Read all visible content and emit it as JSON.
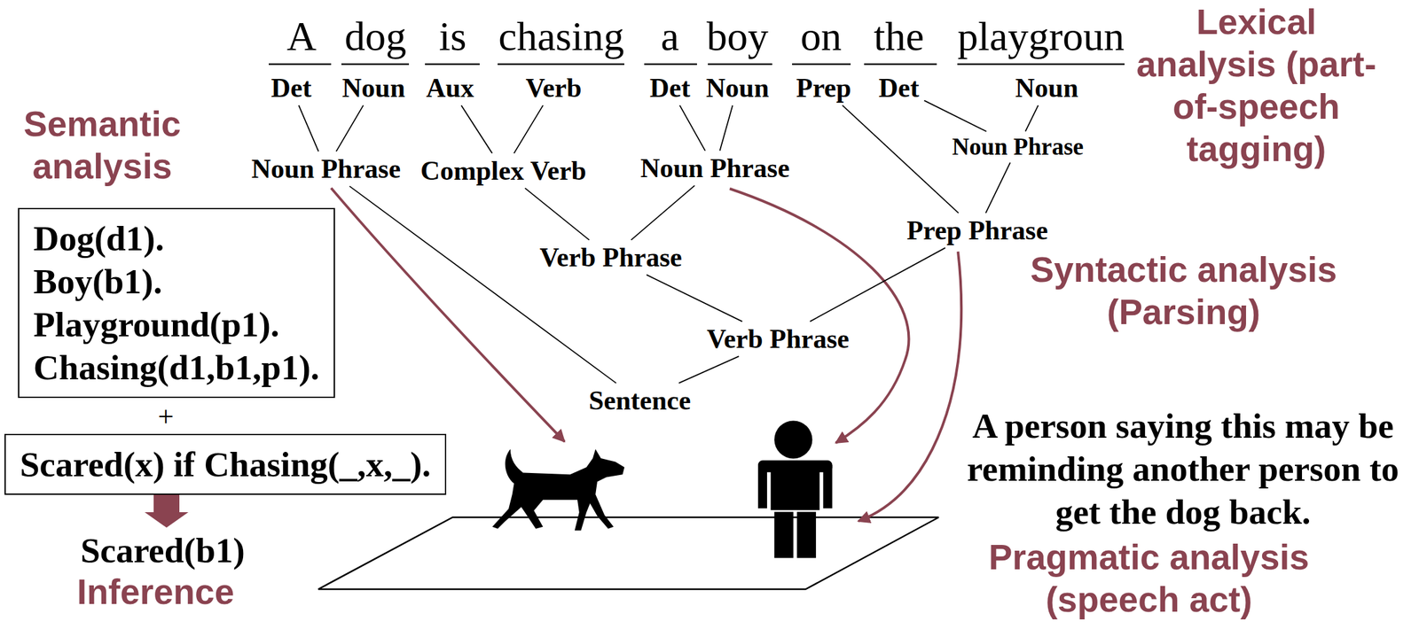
{
  "diagram": {
    "nodes": [
      {
        "text": [
          "Det"
        ]
      },
      {
        "text": [
          "Noun"
        ]
      },
      {
        "text": [
          "Aux"
        ]
      },
      {
        "text": [
          "Verb"
        ]
      },
      {
        "text": [
          "Det"
        ]
      },
      {
        "text": [
          "Noun"
        ]
      },
      {
        "text": [
          "Prep"
        ]
      },
      {
        "text": [
          "Det"
        ]
      },
      {
        "text": [
          "Noun"
        ]
      },
      {
        "text": [
          "Noun Phrase"
        ]
      },
      {
        "text": [
          "Complex Verb"
        ]
      },
      {
        "text": [
          "Noun Phrase"
        ]
      },
      {
        "text": [
          "Noun Phrase"
        ]
      },
      {
        "text": [
          "Prep Phrase"
        ]
      },
      {
        "text": [
          "Verb Phrase"
        ]
      },
      {
        "text": [
          "Verb Phrase"
        ]
      },
      {
        "text": [
          "Sentence"
        ]
      },
      {
        "text": [
          "Dog(d1).",
          "Boy(b1).",
          "Playground(p1).",
          "Chasing(d1,b1,p1)."
        ]
      },
      {
        "text": [
          "Scared(x) if Chasing(_,x,_)."
        ]
      }
    ],
    "edges": [
      {
        "from": 9,
        "to": 0,
        "arrow": "none"
      },
      {
        "from": 9,
        "to": 1,
        "arrow": "none"
      },
      {
        "from": 10,
        "to": 2,
        "arrow": "none"
      },
      {
        "from": 10,
        "to": 3,
        "arrow": "none"
      },
      {
        "from": 11,
        "to": 4,
        "arrow": "none"
      },
      {
        "from": 11,
        "to": 5,
        "arrow": "none"
      },
      {
        "from": 12,
        "to": 7,
        "arrow": "none"
      },
      {
        "from": 12,
        "to": 8,
        "arrow": "none"
      },
      {
        "from": 13,
        "to": 6,
        "arrow": "none"
      },
      {
        "from": 13,
        "to": 12,
        "arrow": "none"
      },
      {
        "from": 14,
        "to": 10,
        "arrow": "none"
      },
      {
        "from": 14,
        "to": 11,
        "arrow": "none"
      },
      {
        "from": 15,
        "to": 14,
        "arrow": "none"
      },
      {
        "from": 15,
        "to": 13,
        "arrow": "none"
      },
      {
        "from": 16,
        "to": 9,
        "arrow": "none"
      },
      {
        "from": 16,
        "to": 15,
        "arrow": "none"
      }
    ],
    "labels": [
      "A",
      "dog",
      "is",
      "chasing",
      "a",
      "boy",
      "on",
      "the",
      "playground",
      "Lexical analysis (part-of-speech tagging)",
      "Semantic analysis",
      "Syntactic analysis (Parsing)",
      "Pragmatic analysis (speech act)",
      "Inference",
      "+",
      "Scared(b1)",
      "A person saying this may be reminding another person to get the dog back."
    ]
  }
}
